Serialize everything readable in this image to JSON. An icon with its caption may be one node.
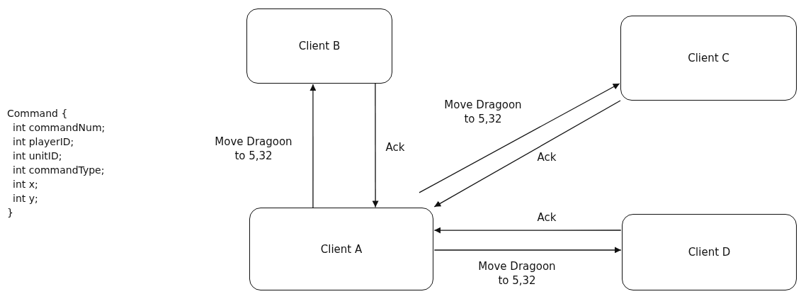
{
  "diagram": {
    "nodes": [
      {
        "text": [
          "Client B"
        ]
      },
      {
        "text": [
          "Client C"
        ]
      },
      {
        "text": [
          "Client A"
        ]
      },
      {
        "text": [
          "Client D"
        ]
      }
    ],
    "edges": [
      {
        "from": 2,
        "to": 0,
        "arrow": "to",
        "label": "Move Dragoon to 5,32"
      },
      {
        "from": 0,
        "to": 2,
        "arrow": "to",
        "label": "Ack"
      },
      {
        "from": 2,
        "to": 1,
        "arrow": "to",
        "label": "Move Dragoon to 5,32"
      },
      {
        "from": 1,
        "to": 2,
        "arrow": "to",
        "label": "Ack"
      },
      {
        "from": 3,
        "to": 2,
        "arrow": "to",
        "label": "Ack"
      },
      {
        "from": 2,
        "to": 3,
        "arrow": "to",
        "label": "Move Dragoon to 5,32"
      }
    ],
    "labels": [
      "Command {",
      "int commandNum;",
      "int playerID;",
      "int unitID;",
      "int commandType;",
      "int x;",
      "int y;",
      "}"
    ]
  }
}
